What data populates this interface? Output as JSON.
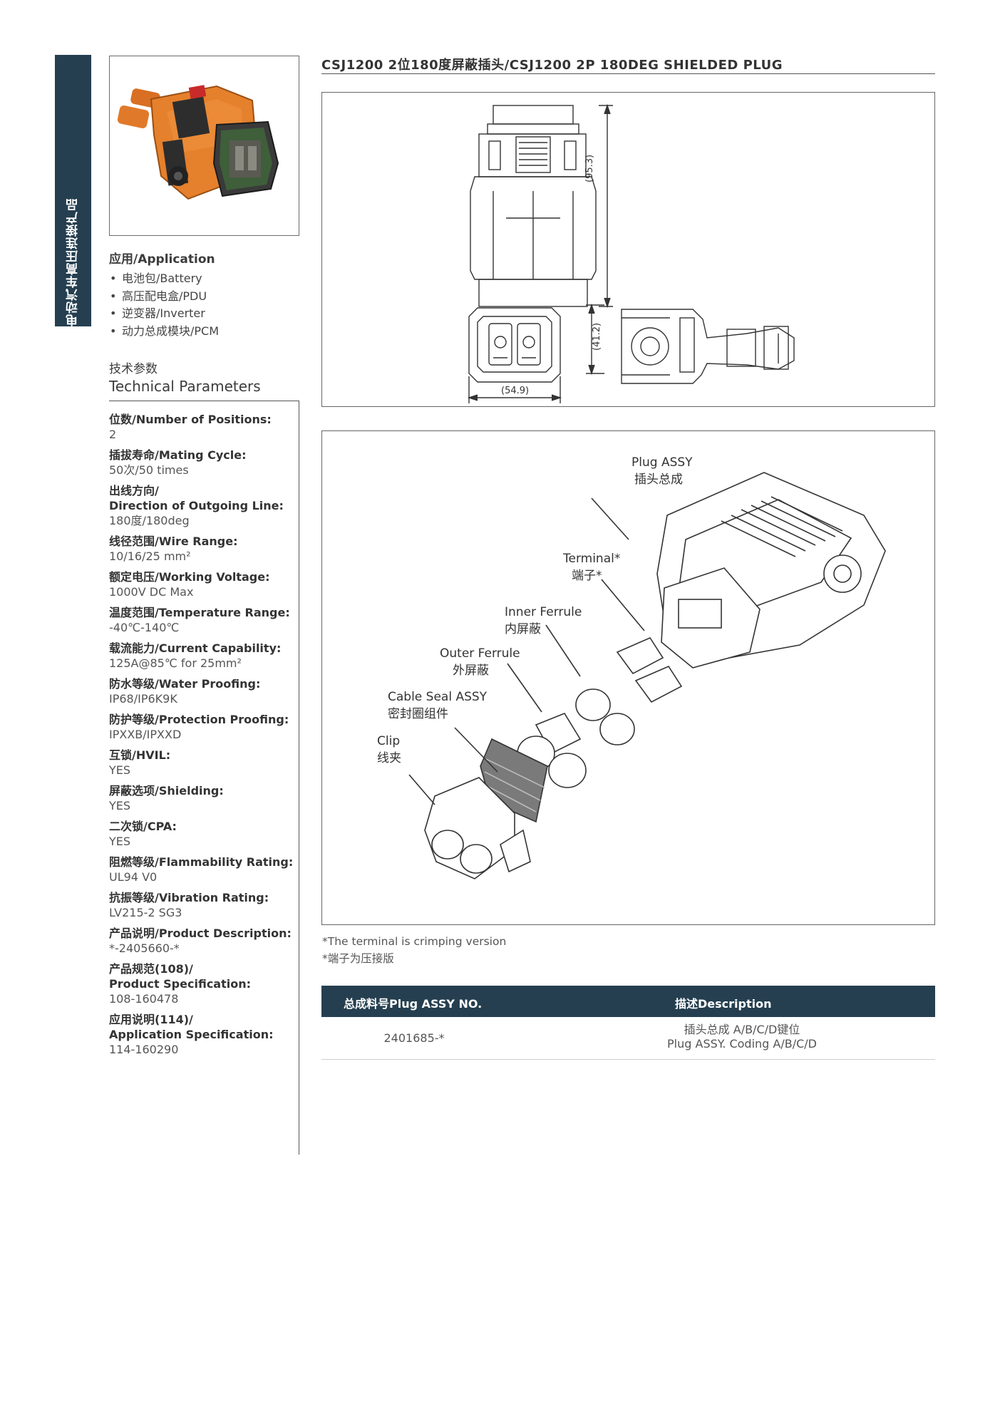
{
  "side_tab": {
    "label": "电动汽车高压连接产品"
  },
  "page": {
    "title": "CSJ1200 2位180度屏蔽插头/CSJ1200 2P 180DEG SHIELDED PLUG"
  },
  "application": {
    "title": "应用/Application",
    "items": [
      "电池包/Battery",
      "高压配电盒/PDU",
      "逆变器/Inverter",
      "动力总成模块/PCM"
    ]
  },
  "tech_params": {
    "heading_cn": "技术参数",
    "heading_en": "Technical Parameters",
    "items": [
      {
        "label": "位数/Number of Positions:",
        "value": "2"
      },
      {
        "label": "插拔寿命/Mating Cycle:",
        "value": "50次/50 times"
      },
      {
        "label": "出线方向/\nDirection of Outgoing Line:",
        "value": "180度/180deg"
      },
      {
        "label": "线径范围/Wire Range:",
        "value": "10/16/25 mm²"
      },
      {
        "label": "额定电压/Working Voltage:",
        "value": "1000V DC Max"
      },
      {
        "label": "温度范围/Temperature Range:",
        "value": "-40℃-140℃"
      },
      {
        "label": "载流能力/Current Capability:",
        "value": "125A@85℃ for 25mm²"
      },
      {
        "label": "防水等级/Water Proofing:",
        "value": "IP68/IP6K9K"
      },
      {
        "label": "防护等级/Protection Proofing:",
        "value": "IPXXB/IPXXD"
      },
      {
        "label": "互锁/HVIL:",
        "value": "YES"
      },
      {
        "label": "屏蔽选项/Shielding:",
        "value": "YES"
      },
      {
        "label": "二次锁/CPA:",
        "value": "YES"
      },
      {
        "label": "阻燃等级/Flammability Rating:",
        "value": "UL94 V0"
      },
      {
        "label": "抗振等级/Vibration Rating:",
        "value": "LV215-2 SG3"
      },
      {
        "label": "产品说明/Product Description:",
        "value": "*-2405660-*"
      },
      {
        "label": "产品规范(108)/\nProduct Specification:",
        "value": "108-160478"
      },
      {
        "label": "应用说明(114)/\nApplication Specification:",
        "value": "114-160290"
      }
    ]
  },
  "drawing": {
    "dim_height": "(95.3)",
    "dim_depth": "(41.2)",
    "dim_width": "(54.9)"
  },
  "exploded": {
    "callouts": [
      {
        "en": "Plug ASSY",
        "cn": "插头总成"
      },
      {
        "en": "Terminal*",
        "cn": "端子*"
      },
      {
        "en": "Inner Ferrule",
        "cn": "内屏蔽"
      },
      {
        "en": "Outer Ferrule",
        "cn": "外屏蔽"
      },
      {
        "en": "Cable Seal ASSY",
        "cn": "密封圈组件"
      },
      {
        "en": "Clip",
        "cn": "线夹"
      }
    ]
  },
  "note": {
    "line1": "*The terminal is crimping version",
    "line2": "*端子为压接版"
  },
  "table": {
    "col1_header": "总成料号Plug ASSY  NO.",
    "col2_header": "描述Description",
    "rows": [
      {
        "part_no": "2401685-*",
        "desc_cn": "插头总成  A/B/C/D键位",
        "desc_en": "Plug ASSY. Coding A/B/C/D"
      }
    ]
  },
  "colors": {
    "accent_navy": "#253f50",
    "connector_orange": "#e07a2a"
  }
}
